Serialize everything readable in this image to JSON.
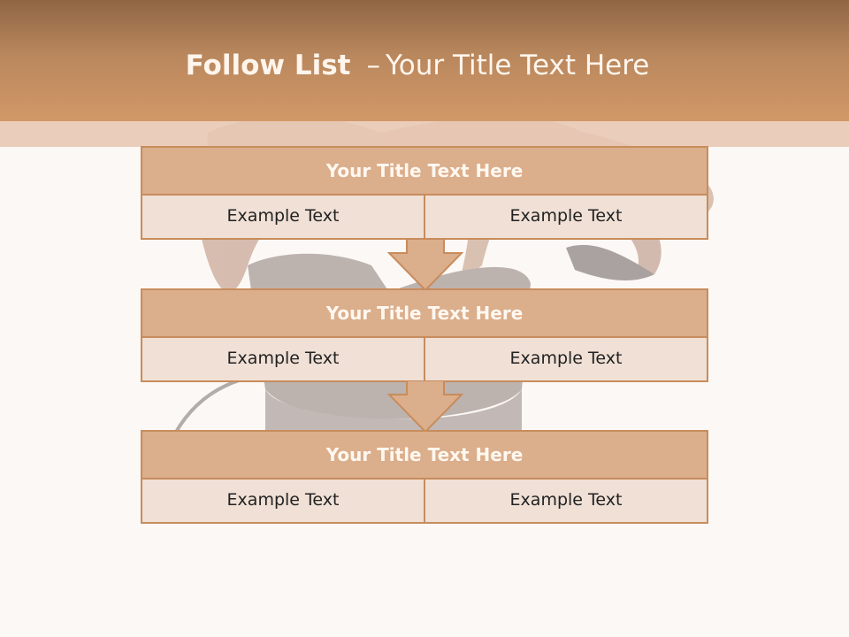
{
  "slide": {
    "title_bold": "Follow List",
    "title_dash": "–",
    "title_rest": "Your Title Text Here",
    "steps": [
      {
        "title": "Your Title Text Here",
        "left": "Example Text",
        "right": "Example Text"
      },
      {
        "title": "Your Title Text Here",
        "left": "Example Text",
        "right": "Example Text"
      },
      {
        "title": "Your Title Text Here",
        "left": "Example Text",
        "right": "Example Text"
      }
    ]
  },
  "colors": {
    "header": "#c48f62",
    "block_head": "#dbae8c",
    "block_row": "#f0e0d6",
    "border": "#c88c5c",
    "background": "#fcf8f5"
  }
}
